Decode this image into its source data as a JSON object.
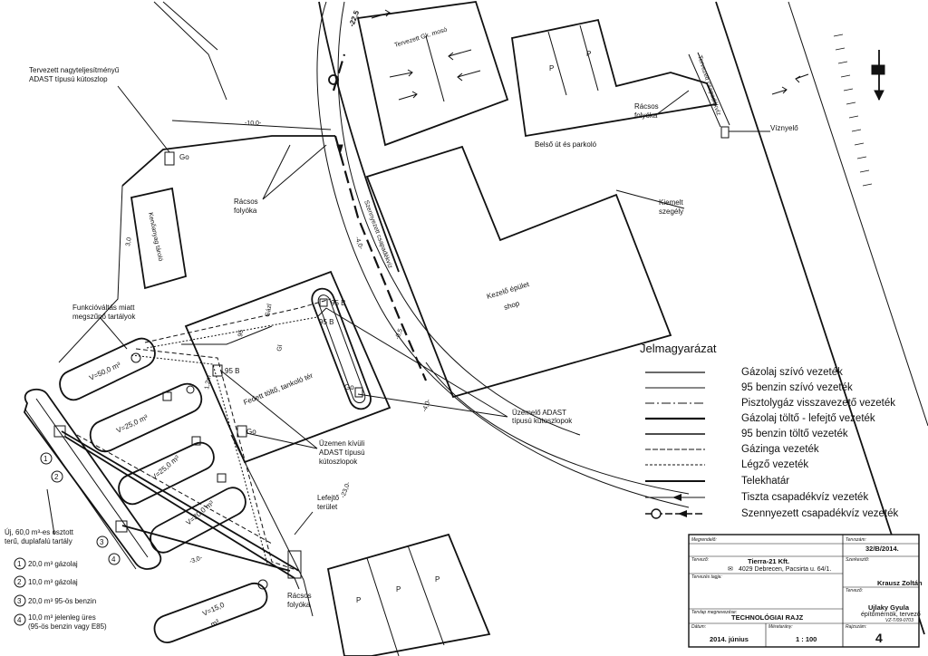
{
  "labels": {
    "adast_tall": [
      "Tervezett nagyteljesítményű",
      "ADAST típusú kútoszlop"
    ],
    "go1": "Go",
    "go2": "Go",
    "go3": "Go",
    "dist10": "-10,0-",
    "kenderaru": "Kenőanyag tároló",
    "racsos_left": [
      "Rácsos",
      "folyóka"
    ],
    "racsos_top": [
      "Rácsos",
      "folyóka"
    ],
    "racsos_bottom": [
      "Rácsos",
      "folyóka"
    ],
    "funkcio": [
      "Funkcióváltás miatt",
      "megszűnő tartályok"
    ],
    "wash": "Tervezett Gk. mosó",
    "road_marker": "-22,5",
    "p1": "P",
    "p2": "P",
    "p3": "P",
    "p4": "P",
    "p5": "P",
    "belso": "Belső út és parkoló",
    "jarda": "Tervezett csapadékvíz",
    "vizmero": "Víznyelő",
    "kiemelt": [
      "Kiemelt",
      "szegély"
    ],
    "szennyezett_label": "Szennyezett csapadékvíz",
    "kezelo": [
      "Kezelő épület",
      "shop"
    ],
    "fedett": "Fedett töltő, tankoló tér",
    "b95a": "95 B",
    "b95b": "95 B",
    "b95c": "95 B",
    "uzemelo": [
      "Üzemelő ADAST",
      "típusú kútoszlopok"
    ],
    "uzemen_kivuli": [
      "Üzemen kívüli",
      "ADAST típusú",
      "kútoszlopok"
    ],
    "lefejto": [
      "Lefejtő",
      "terület"
    ],
    "tank_a": "V=50,0 m³",
    "tank_b": "V=25,0 m³",
    "tank_c": "V=25,0 m³",
    "tank_d": "V=20,0 m³",
    "tank_e": "V=15,0",
    "tank_e2": "m³",
    "uj_tank": [
      "Új, 60,0 m³-es osztott",
      "terű, duplafalú tartály"
    ],
    "dim_a": "Gázl",
    "dim_b": "95",
    "dim_c": "Gl",
    "dim_d": "3,0",
    "dim_e": "-3,0-",
    "dim_f": "-23,0-",
    "dim_g": "-4,0-",
    "dim_h": "1,2m",
    "dim_i": "-0,5",
    "dim_j": "-4,0-"
  },
  "numbered": [
    {
      "n": "1",
      "text": [
        "20,0 m³ gázolaj"
      ]
    },
    {
      "n": "2",
      "text": [
        "10,0 m³ gázolaj"
      ]
    },
    {
      "n": "3",
      "text": [
        "20,0 m³ 95-ös benzin"
      ]
    },
    {
      "n": "4",
      "text": [
        "10,0 m³ jelenleg üres",
        "(95-ös benzin vagy E85)"
      ]
    }
  ],
  "legend": {
    "title": "Jelmagyarázat",
    "items": [
      "Gázolaj szívó vezeték",
      "95 benzin szívó vezeték",
      "Pisztolygáz visszavezető vezeték",
      "Gázolaj töltő - lefejtő vezeték",
      "95 benzin töltő vezeték",
      "Gázinga vezeték",
      "Légző vezeték",
      "Telekhatár",
      "Tiszta csapadékvíz vezeték",
      "Szennyezett csapadékvíz vezeték"
    ]
  },
  "title_block": {
    "megrendelo_label": "Megrendelő:",
    "tervszam_label": "Tervszám:",
    "tervszam": "32/B/2014.",
    "tervezo_label": "Tervező:",
    "tervezo": "Tierra-21 Kft.",
    "address": "4029 Debrecen, Pacsirta u. 64/1.",
    "szerkeszto_label": "Szerkesztő:",
    "szerkeszto": "Krausz Zoltán",
    "tervezo_tagja_label": "Tervezés tagja:",
    "tervezo2_label": "Tervező:",
    "tervezo2": "Ujlaky Gyula",
    "tervezo2_role": "építőmérnök, tervező",
    "tervezo2_id": "VZ-T/09-0703",
    "tervlap_label": "Tervlap megnevezése:",
    "tervlap": "TECHNOLÓGIAI RAJZ",
    "datum_label": "Dátum:",
    "datum": "2014. június",
    "meretarany_label": "Méretarány:",
    "meretarany": "1 : 100",
    "rajzszam_label": "Rajzszám:",
    "rajzszam": "4"
  }
}
